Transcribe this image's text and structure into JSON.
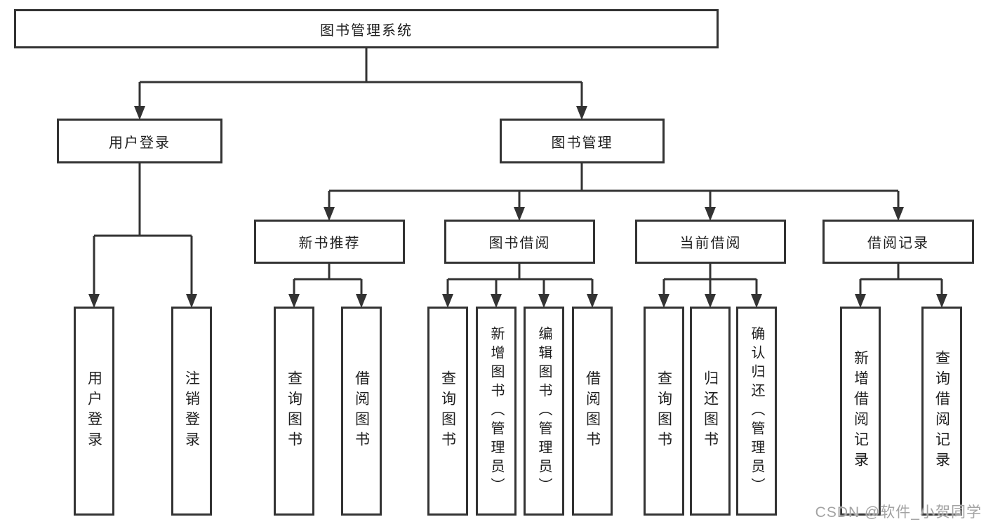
{
  "diagram": {
    "root": {
      "label": "图书管理系统"
    },
    "level2": {
      "user_login": {
        "label": "用户登录"
      },
      "book_mgmt": {
        "label": "图书管理"
      }
    },
    "level3": {
      "new_book": {
        "label": "新书推荐"
      },
      "book_borrow": {
        "label": "图书借阅"
      },
      "current_borrow": {
        "label": "当前借阅"
      },
      "borrow_record": {
        "label": "借阅记录"
      }
    },
    "leaves": {
      "user_login_1": {
        "label": "用户登录"
      },
      "user_login_2": {
        "label": "注销登录"
      },
      "new_book_1": {
        "label": "查询图书"
      },
      "new_book_2": {
        "label": "借阅图书"
      },
      "book_borrow_1": {
        "label": "查询图书"
      },
      "book_borrow_2": {
        "label": "新增图书（管理员）"
      },
      "book_borrow_3": {
        "label": "编辑图书（管理员）"
      },
      "book_borrow_4": {
        "label": "借阅图书"
      },
      "current_borrow_1": {
        "label": "查询图书"
      },
      "current_borrow_2": {
        "label": "归还图书"
      },
      "current_borrow_3": {
        "label": "确认归还（管理员）"
      },
      "borrow_record_1": {
        "label": "新增借阅记录"
      },
      "borrow_record_2": {
        "label": "查询借阅记录"
      }
    }
  },
  "watermark": "CSDN @软件_小贺同学",
  "colors": {
    "line": "#333333",
    "text": "#1f1f1f",
    "watermark": "#a3a3a3",
    "background": "#ffffff"
  }
}
